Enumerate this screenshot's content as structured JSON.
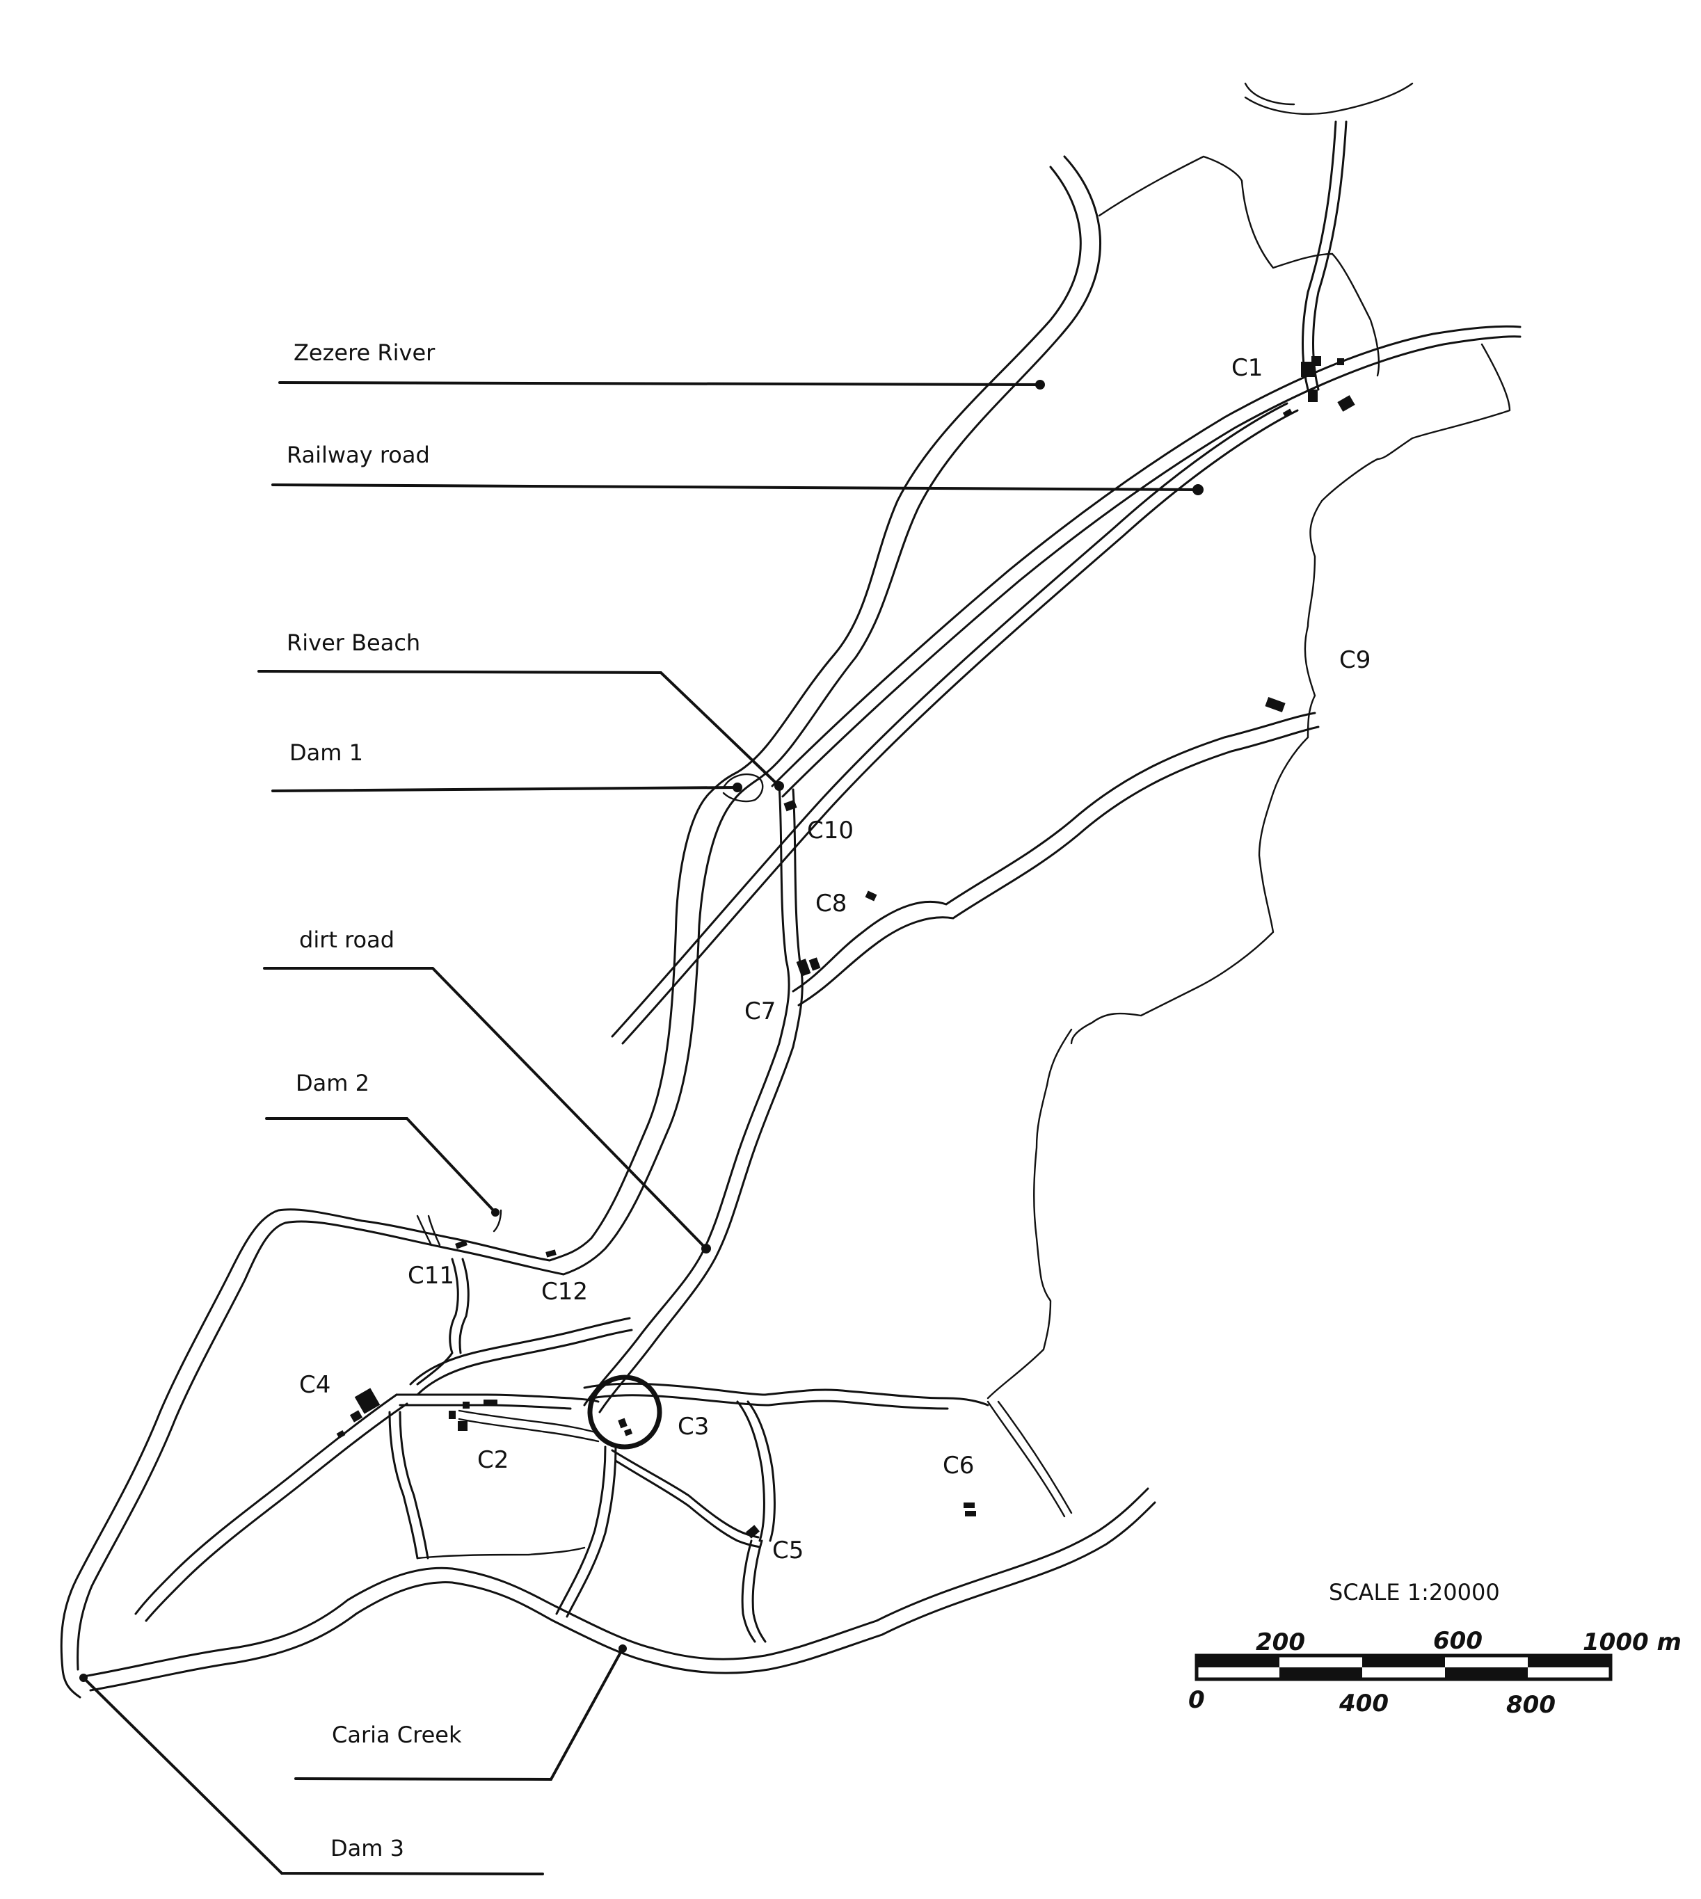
{
  "labels": {
    "zezere_river": "Zezere River",
    "railway_road": "Railway road",
    "river_beach": "River Beach",
    "dam1": "Dam 1",
    "dirt_road": "dirt road",
    "dam2": "Dam 2",
    "caria_creek": "Caria Creek",
    "dam3": "Dam 3"
  },
  "sites": {
    "c1": "C1",
    "c2": "C2",
    "c3": "C3",
    "c4": "C4",
    "c5": "C5",
    "c6": "C6",
    "c7": "C7",
    "c8": "C8",
    "c9": "C9",
    "c10": "C10",
    "c11": "C11",
    "c12": "C12"
  },
  "scale": {
    "title": "SCALE 1:20000",
    "top_ticks": [
      "200",
      "600",
      "1000 m"
    ],
    "bottom_ticks": [
      "0",
      "400",
      "800"
    ]
  }
}
